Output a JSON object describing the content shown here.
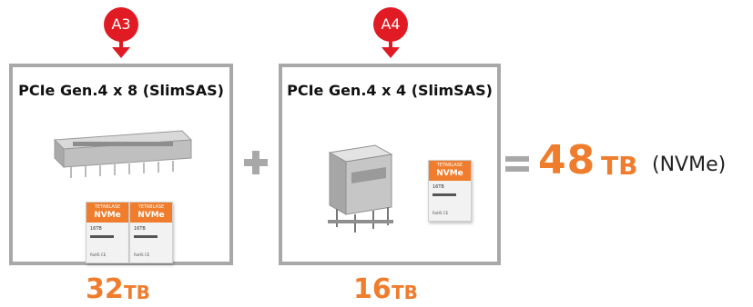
{
  "markers": {
    "a3": "A3",
    "a4": "A4"
  },
  "panels": [
    {
      "title": "PCIe Gen.4 x 8 (SlimSAS)",
      "capacity_num": "32",
      "capacity_unit": "TB"
    },
    {
      "title": "PCIe Gen.4 x 4 (SlimSAS)",
      "capacity_num": "16",
      "capacity_unit": "TB"
    }
  ],
  "card": {
    "brand": "TETABLASE",
    "product": "NVMe",
    "capacity": "16TB",
    "foot": "RoHS CE"
  },
  "total": {
    "num": "48",
    "unit": "TB",
    "note": "(NVMe)"
  },
  "colors": {
    "accent": "#ef7d2d",
    "marker": "#e01b24",
    "frame": "#a8a8a8"
  },
  "icons": {
    "connector_a3": "slimsas-x8-connector-icon",
    "connector_a4": "slimsas-x4-connector-icon"
  }
}
